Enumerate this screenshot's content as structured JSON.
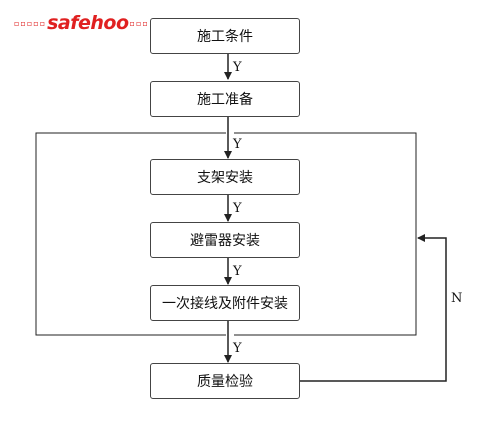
{
  "logo": {
    "dots_left": "▫▫▫▫▫",
    "text_safe": "safe",
    "text_hoo": "hoo",
    "dots_right": "▫▫▫"
  },
  "nodes": [
    {
      "id": "construction-conditions",
      "label": "施工条件"
    },
    {
      "id": "construction-preparation",
      "label": "施工准备"
    },
    {
      "id": "bracket-installation",
      "label": "支架安装"
    },
    {
      "id": "arrester-installation",
      "label": "避雷器安装"
    },
    {
      "id": "primary-wiring-installation",
      "label": "一次接线及附件安装"
    },
    {
      "id": "quality-inspection",
      "label": "质量检验"
    }
  ],
  "edge_labels": {
    "yes": "Y",
    "no": "N"
  },
  "colors": {
    "line": "#222222",
    "box_border": "#444444",
    "logo_red": "#e02020"
  }
}
